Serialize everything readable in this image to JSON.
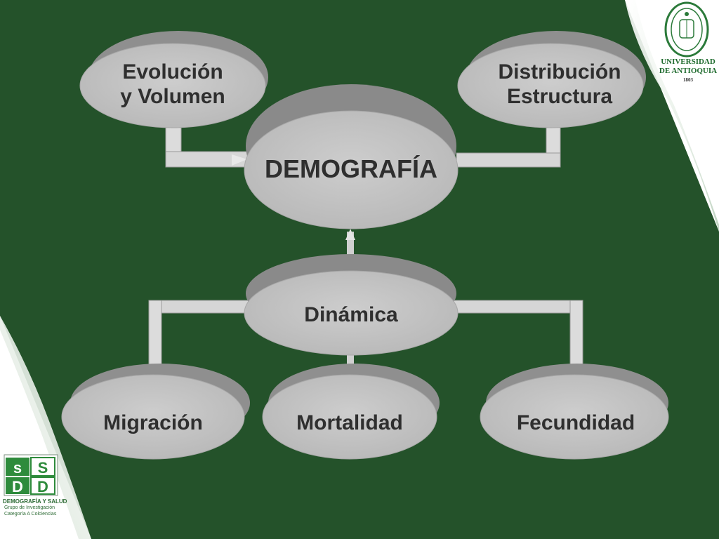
{
  "diagram": {
    "center": "DEMOGRAFÍA",
    "top_left": [
      "Evolución",
      "y Volumen"
    ],
    "top_right": [
      "Distribución",
      "Estructura"
    ],
    "middle": "Dinámica",
    "bottom_left": "Migración",
    "bottom_center": "Mortalidad",
    "bottom_right": "Fecundidad"
  },
  "logos": {
    "university": {
      "line1": "UNIVERSIDAD",
      "line2": "DE ANTIOQUIA",
      "year": "1803"
    },
    "group": {
      "line1": "DEMOGRAFÍA Y SALUD",
      "line2": "Grupo de Investigación",
      "line3": "Categoría A Colciencias"
    }
  },
  "colors": {
    "background_green": "#24522a",
    "node_gray": "#c4c4c4",
    "text": "#2f2f2f",
    "brand_green": "#1f6b2e"
  }
}
